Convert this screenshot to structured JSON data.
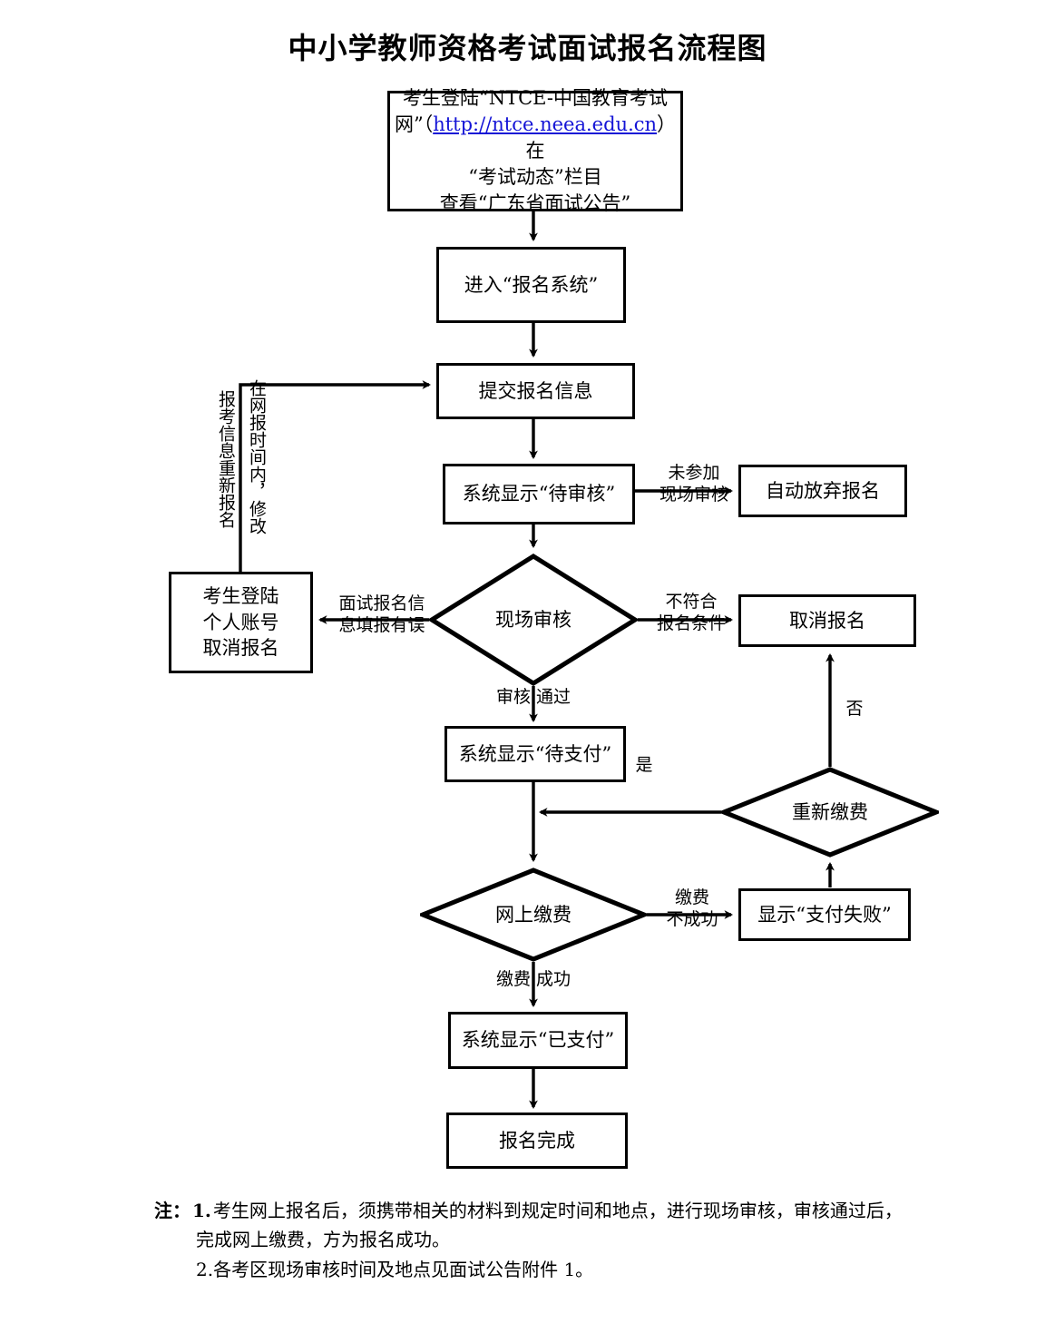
{
  "title": "中小学教师资格考试面试报名流程图",
  "nodes": {
    "login": {
      "line1": "考生登陆“NTCE-中国教育考试",
      "line2_pre": "网”（",
      "line2_link": "http://ntce.neea.edu.cn",
      "line2_post": "）在",
      "line3": "“考试动态”栏目",
      "line4": "查看“广东省面试公告”"
    },
    "enter_system": "进入“报名系统”",
    "submit_info": "提交报名信息",
    "status_pending_review": "系统显示“待审核”",
    "auto_abandon": "自动放弃报名",
    "cancel_by_self": "考生登陆\n个人账号\n取消报名",
    "onsite_review": "现场审核",
    "cancel_registration": "取消报名",
    "status_pending_pay": "系统显示“待支付”",
    "repay": "重新缴费",
    "online_pay": "网上缴费",
    "pay_failed": "显示“支付失败”",
    "status_paid": "系统显示“已支付”",
    "done": "报名完成"
  },
  "edge_labels": {
    "no_onsite_review": "未参加\n现场审核",
    "not_meet_conditions": "不符合\n报名条件",
    "review_passed": "审核 通过",
    "info_error": "面试报名信\n息填报有误",
    "reapply_vertical": "报考信息重新报名",
    "modify_vertical": "在网报时间内，修改",
    "yes": "是",
    "no": "否",
    "pay_failed_label": "缴费\n不成功",
    "pay_success_label": "缴费 成功"
  },
  "notes": {
    "label": "注：",
    "item1_num": "1.",
    "item1_line1": "考生网上报名后，须携带相关的材料到规定时间和地点，进行现场审核，审核通过后，",
    "item1_line2": "完成网上缴费，方为报名成功。",
    "item2": "2.各考区现场审核时间及地点见面试公告附件 1。"
  },
  "colors": {
    "stroke": "#000000",
    "background": "#ffffff",
    "link": "#1414d6"
  }
}
